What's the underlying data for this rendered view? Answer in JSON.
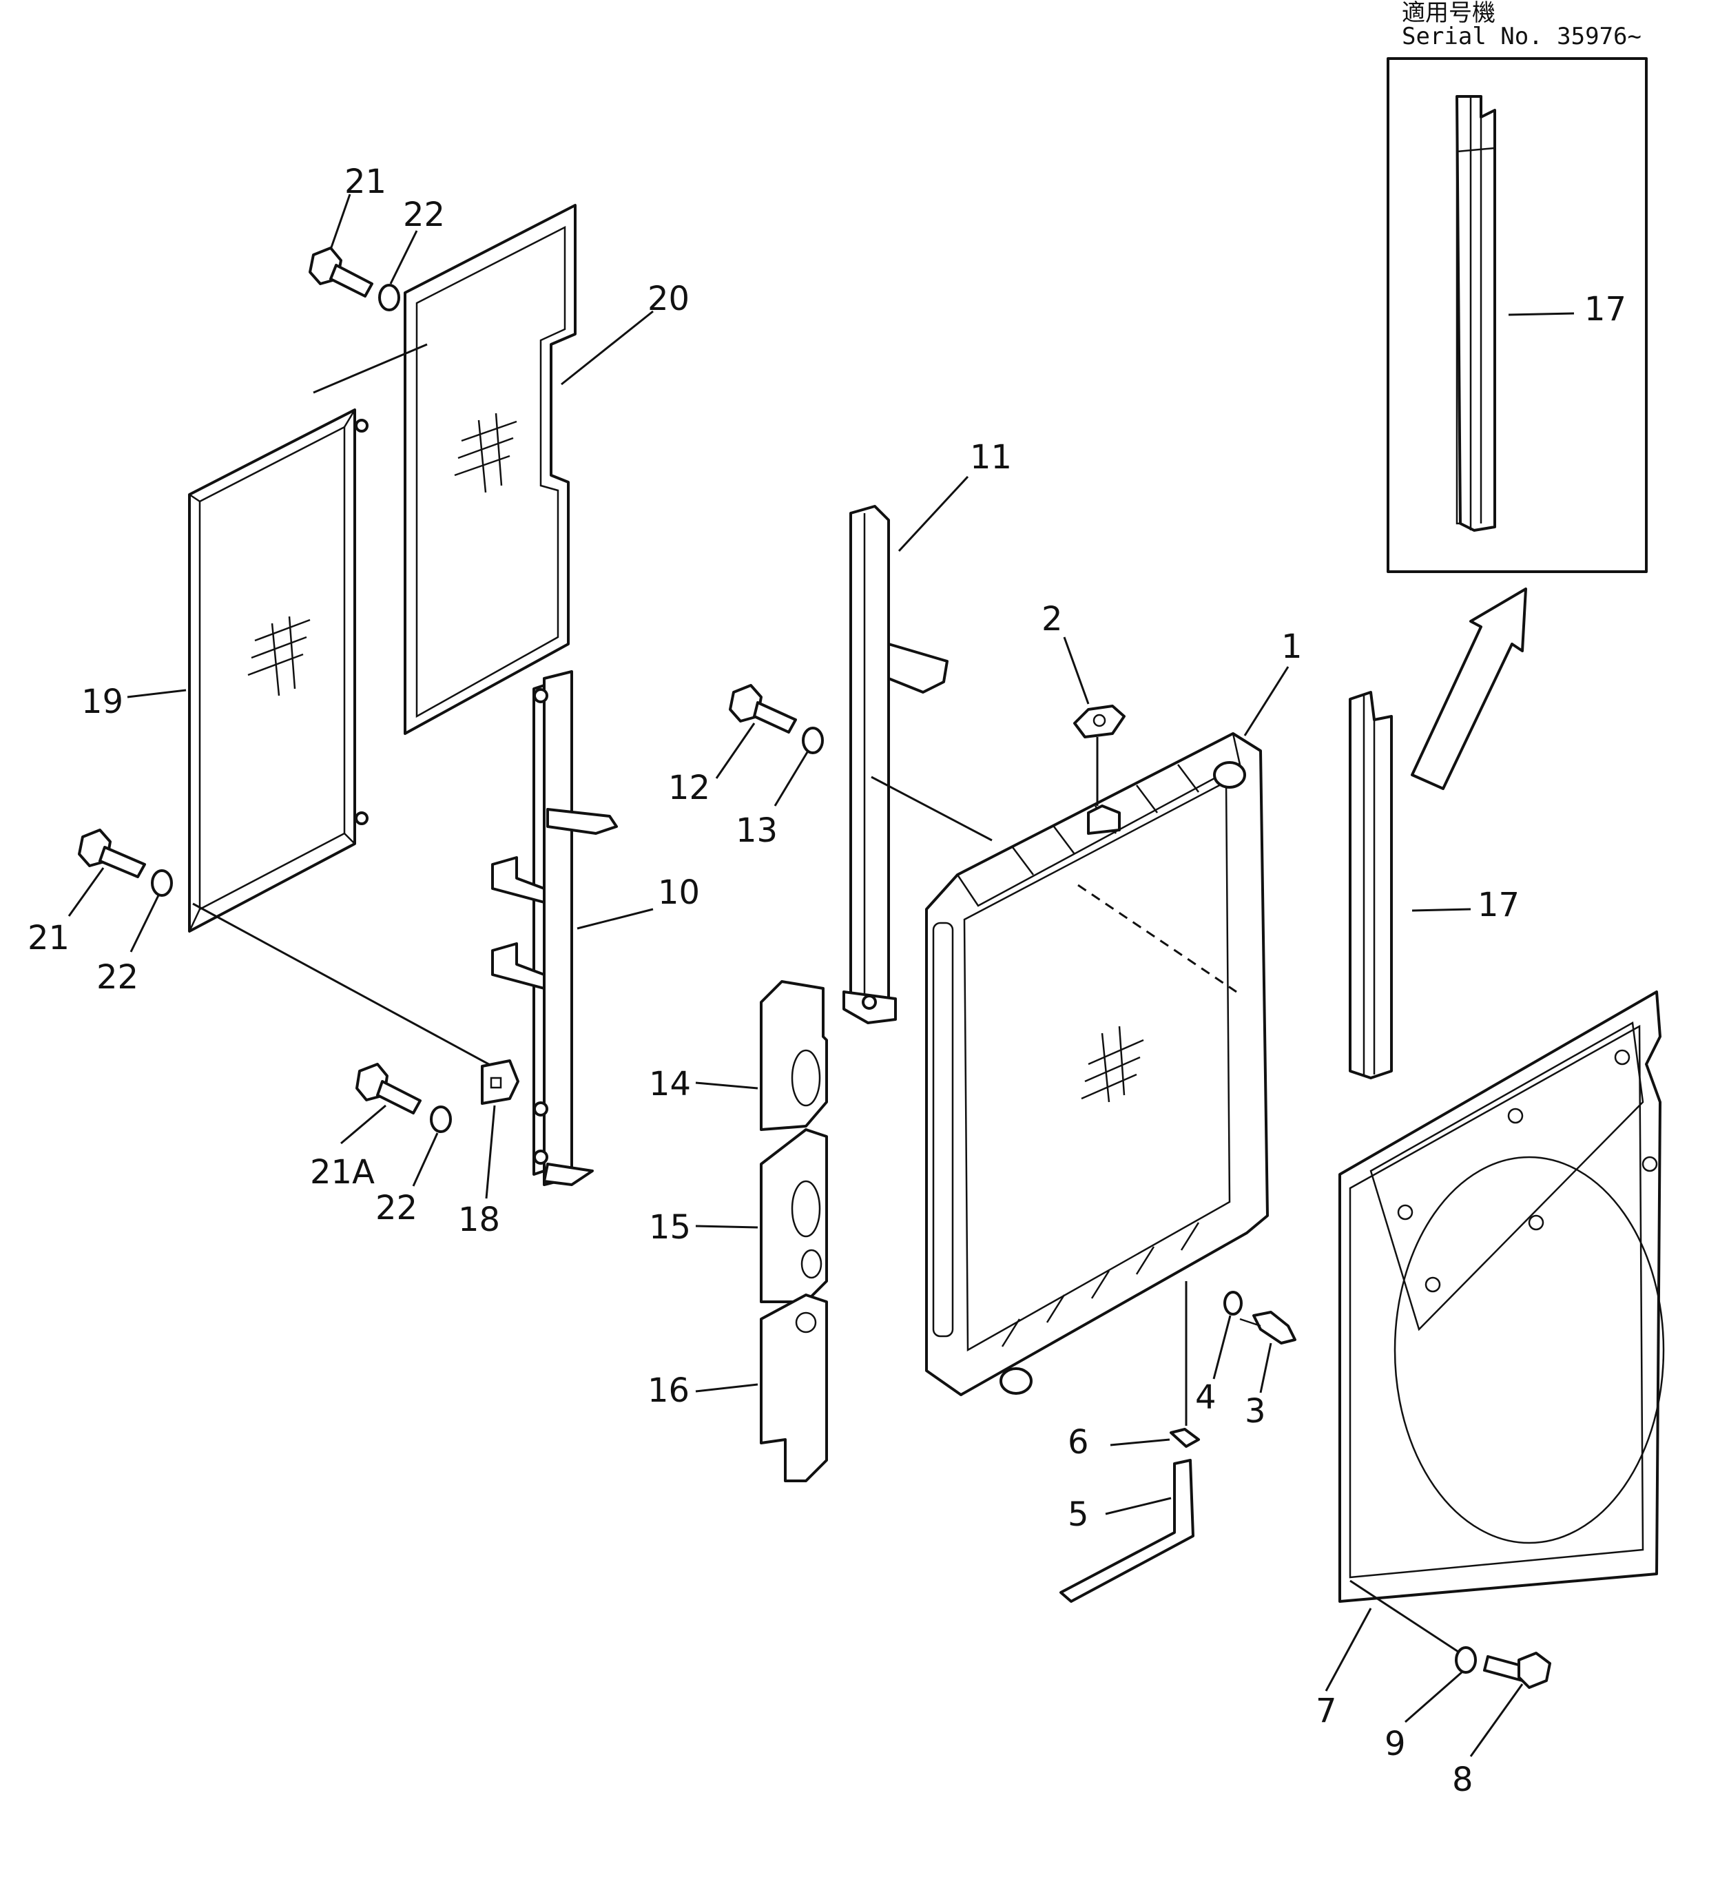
{
  "header": {
    "applicable_jp": "適用号機",
    "serial": "Serial  No.  35976~"
  },
  "callouts": [
    {
      "id": "c1",
      "text": "1"
    },
    {
      "id": "c2",
      "text": "2"
    },
    {
      "id": "c3",
      "text": "3"
    },
    {
      "id": "c4",
      "text": "4"
    },
    {
      "id": "c5",
      "text": "5"
    },
    {
      "id": "c6",
      "text": "6"
    },
    {
      "id": "c7",
      "text": "7"
    },
    {
      "id": "c8",
      "text": "8"
    },
    {
      "id": "c9",
      "text": "9"
    },
    {
      "id": "c10",
      "text": "10"
    },
    {
      "id": "c11",
      "text": "11"
    },
    {
      "id": "c12",
      "text": "12"
    },
    {
      "id": "c13",
      "text": "13"
    },
    {
      "id": "c14",
      "text": "14"
    },
    {
      "id": "c15",
      "text": "15"
    },
    {
      "id": "c16",
      "text": "16"
    },
    {
      "id": "c17a",
      "text": "17"
    },
    {
      "id": "c17b",
      "text": "17"
    },
    {
      "id": "c18",
      "text": "18"
    },
    {
      "id": "c19",
      "text": "19"
    },
    {
      "id": "c20",
      "text": "20"
    },
    {
      "id": "c21a",
      "text": "21"
    },
    {
      "id": "c21b",
      "text": "21"
    },
    {
      "id": "c21A",
      "text": "21A"
    },
    {
      "id": "c22a",
      "text": "22"
    },
    {
      "id": "c22b",
      "text": "22"
    },
    {
      "id": "c22c",
      "text": "22"
    }
  ]
}
